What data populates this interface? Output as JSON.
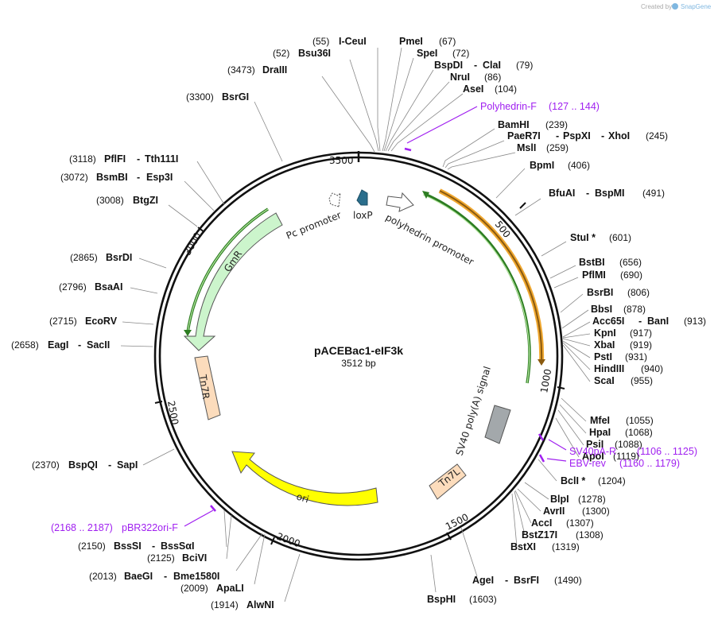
{
  "watermark": {
    "prefix": "Created by",
    "brand": "SnapGene"
  },
  "plasmid": {
    "name": "pACEBac1-eIF3k",
    "length": "3512 bp"
  },
  "ticks": [
    "500",
    "1000",
    "1500",
    "2000",
    "2500",
    "3000",
    "3500"
  ],
  "features": [
    {
      "name": "polyhedrin promoter",
      "color": "#ffffff"
    },
    {
      "name": "loxP",
      "color": "#2a6e8c"
    },
    {
      "name": "Pc promoter",
      "color": "#ffffff"
    },
    {
      "name": "GmR",
      "color": "#ccf5cc"
    },
    {
      "name": "Tn7R",
      "color": "#fcdcbc"
    },
    {
      "name": "ori",
      "color": "#ffff00"
    },
    {
      "name": "Tn7L",
      "color": "#fcdcbc"
    },
    {
      "name": "SV40 poly(A) signal",
      "color": "#a3a8ab"
    }
  ],
  "primer_colors": {
    "label": "#a020f0"
  },
  "sites": [
    {
      "parts": [
        "(55)",
        "I-CeuI"
      ]
    },
    {
      "parts": [
        "PmeI",
        "(67)"
      ]
    },
    {
      "parts": [
        "(52)",
        "Bsu36I"
      ]
    },
    {
      "parts": [
        "SpeI",
        "(72)"
      ]
    },
    {
      "parts": [
        "BspDI",
        "-",
        "ClaI",
        "(79)"
      ]
    },
    {
      "parts": [
        "(3473)",
        "DraIII"
      ]
    },
    {
      "parts": [
        "NruI",
        "(86)"
      ]
    },
    {
      "parts": [
        "AseI",
        "(104)"
      ]
    },
    {
      "parts": [
        "(3300)",
        "BsrGI"
      ]
    },
    {
      "parts": [
        "Polyhedrin-F",
        "(127 .. 144)"
      ]
    },
    {
      "parts": [
        "BamHI",
        "(239)"
      ]
    },
    {
      "parts": [
        "PaeR7I",
        "-",
        "PspXI",
        "-",
        "XhoI",
        "(245)"
      ]
    },
    {
      "parts": [
        "MslI",
        "(259)"
      ]
    },
    {
      "parts": [
        "(3118)",
        "PflFI",
        "-",
        "Tth111I"
      ]
    },
    {
      "parts": [
        "BpmI",
        "(406)"
      ]
    },
    {
      "parts": [
        "(3072)",
        "BsmBI",
        "-",
        "Esp3I"
      ]
    },
    {
      "parts": [
        "BfuAI",
        "-",
        "BspMI",
        "(491)"
      ]
    },
    {
      "parts": [
        "(3008)",
        "BtgZI"
      ]
    },
    {
      "parts": [
        "StuI *",
        "(601)"
      ]
    },
    {
      "parts": [
        "(2865)",
        "BsrDI"
      ]
    },
    {
      "parts": [
        "BstBI",
        "(656)"
      ]
    },
    {
      "parts": [
        "PflMI",
        "(690)"
      ]
    },
    {
      "parts": [
        "(2796)",
        "BsaAI"
      ]
    },
    {
      "parts": [
        "BsrBI",
        "(806)"
      ]
    },
    {
      "parts": [
        "BbsI",
        "(878)"
      ]
    },
    {
      "parts": [
        "(2715)",
        "EcoRV"
      ]
    },
    {
      "parts": [
        "Acc65I",
        "-",
        "BanI",
        "(913)"
      ]
    },
    {
      "parts": [
        "KpnI",
        "(917)"
      ]
    },
    {
      "parts": [
        "(2658)",
        "EagI",
        "-",
        "SacII"
      ]
    },
    {
      "parts": [
        "XbaI",
        "(919)"
      ]
    },
    {
      "parts": [
        "PstI",
        "(931)"
      ]
    },
    {
      "parts": [
        "HindIII",
        "(940)"
      ]
    },
    {
      "parts": [
        "ScaI",
        "(955)"
      ]
    },
    {
      "parts": [
        "MfeI",
        "(1055)"
      ]
    },
    {
      "parts": [
        "HpaI",
        "(1068)"
      ]
    },
    {
      "parts": [
        "PsiI",
        "(1088)"
      ]
    },
    {
      "parts": [
        "ApoI",
        "(1119)"
      ]
    },
    {
      "parts": [
        "SV40pA-R",
        "(1106 .. 1125)"
      ]
    },
    {
      "parts": [
        "(2370)",
        "BspQI",
        "-",
        "SapI"
      ]
    },
    {
      "parts": [
        "EBV-rev",
        "(1160 .. 1179)"
      ]
    },
    {
      "parts": [
        "BclI *",
        "(1204)"
      ]
    },
    {
      "parts": [
        "BlpI",
        "(1278)"
      ]
    },
    {
      "parts": [
        "AvrII",
        "(1300)"
      ]
    },
    {
      "parts": [
        "(2168 .. 2187)",
        "pBR322ori-F"
      ]
    },
    {
      "parts": [
        "AccI",
        "(1307)"
      ]
    },
    {
      "parts": [
        "(2150)",
        "BssSI",
        "-",
        "BssSαI"
      ]
    },
    {
      "parts": [
        "BstZ17I",
        "(1308)"
      ]
    },
    {
      "parts": [
        "(2125)",
        "BciVI"
      ]
    },
    {
      "parts": [
        "BstXI",
        "(1319)"
      ]
    },
    {
      "parts": [
        "(2013)",
        "BaeGI",
        "-",
        "Bme1580I"
      ]
    },
    {
      "parts": [
        "(2009)",
        "ApaLI"
      ]
    },
    {
      "parts": [
        "AgeI",
        "-",
        "BsrFI",
        "(1490)"
      ]
    },
    {
      "parts": [
        "(1914)",
        "AlwNI"
      ]
    },
    {
      "parts": [
        "BspHI",
        "(1603)"
      ]
    }
  ]
}
